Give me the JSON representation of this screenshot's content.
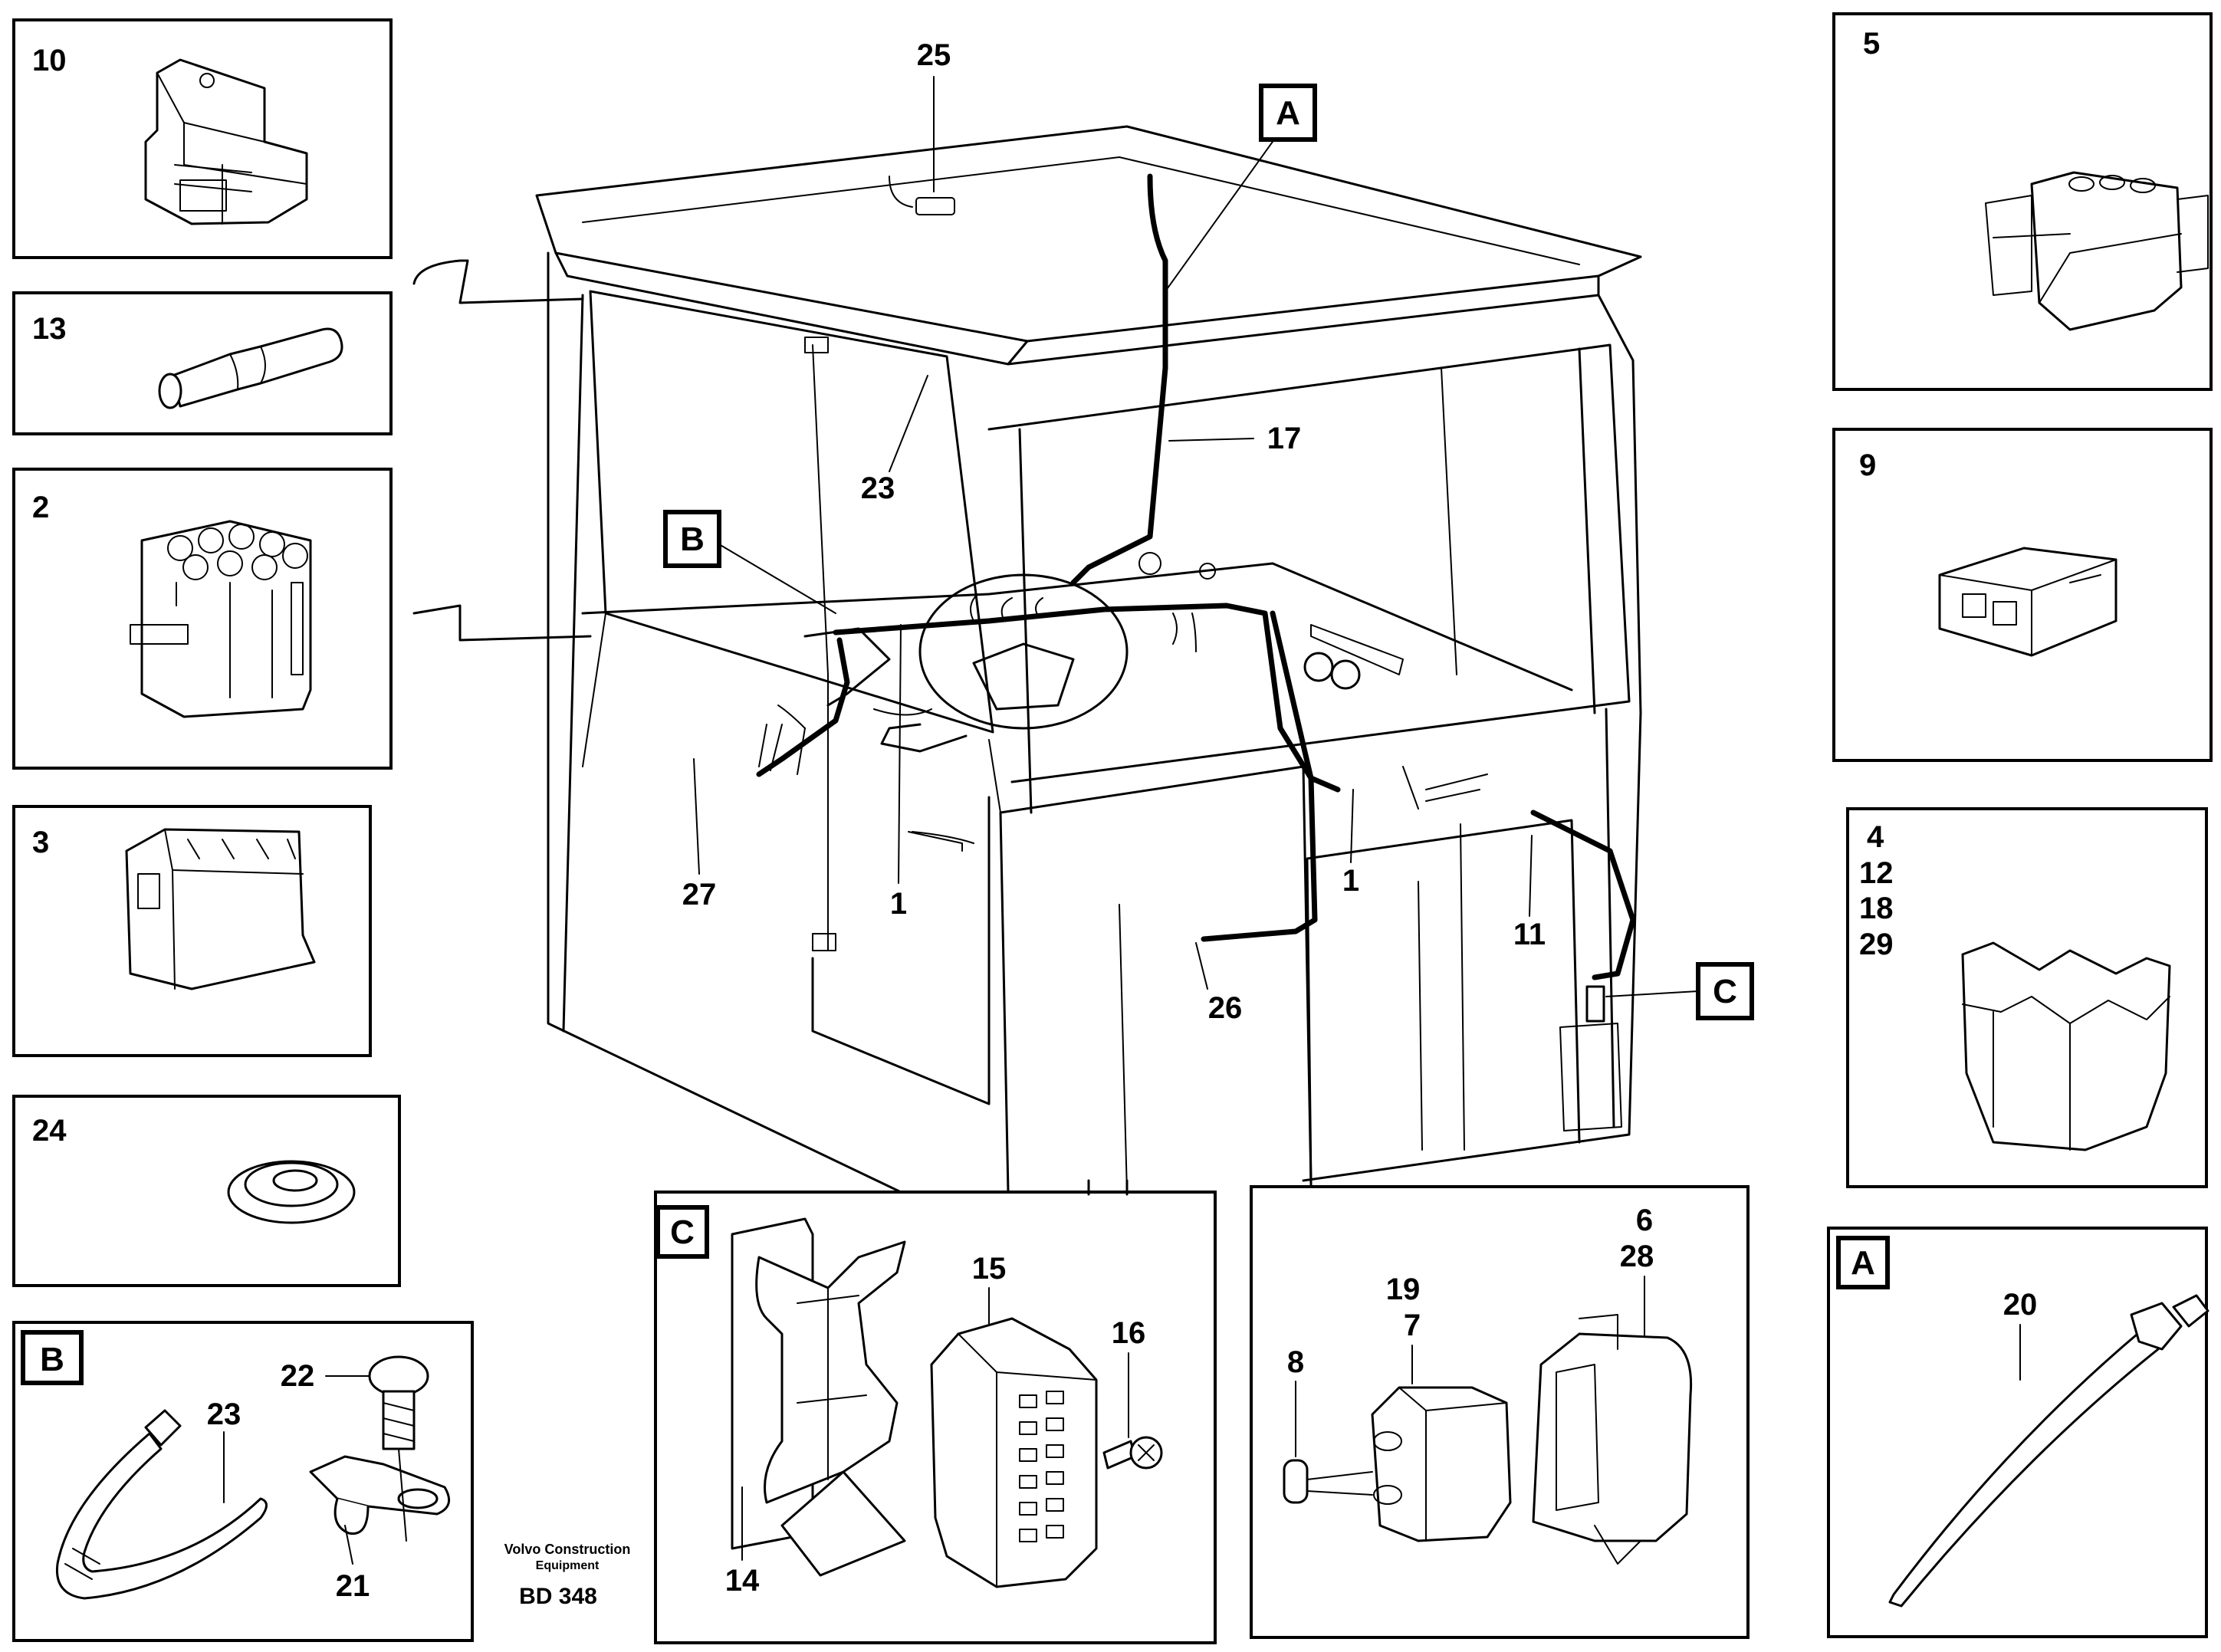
{
  "panels": {
    "p10": {
      "label": "10"
    },
    "p13": {
      "label": "13"
    },
    "p2": {
      "label": "2"
    },
    "p3": {
      "label": "3"
    },
    "p24": {
      "label": "24"
    },
    "pB": {
      "label": "B",
      "parts": [
        "23",
        "22",
        "21"
      ]
    },
    "p5": {
      "label": "5"
    },
    "p9": {
      "label": "9"
    },
    "p4": {
      "labels": [
        "4",
        "12",
        "18",
        "29"
      ]
    },
    "pA": {
      "label": "A",
      "parts": [
        "20"
      ]
    },
    "pC": {
      "label": "C",
      "parts": [
        "15",
        "16",
        "14"
      ]
    },
    "pConn": {
      "parts": [
        "6",
        "28",
        "19",
        "7",
        "8"
      ]
    }
  },
  "callouts": {
    "c25": "25",
    "c17": "17",
    "c23": "23",
    "c27": "27",
    "c1a": "1",
    "c1b": "1",
    "c11": "11",
    "c26": "26",
    "tagA": "A",
    "tagB": "B",
    "tagC": "C"
  },
  "credit": {
    "line1": "Volvo Construction",
    "line2": "Equipment",
    "code": "BD 348"
  }
}
